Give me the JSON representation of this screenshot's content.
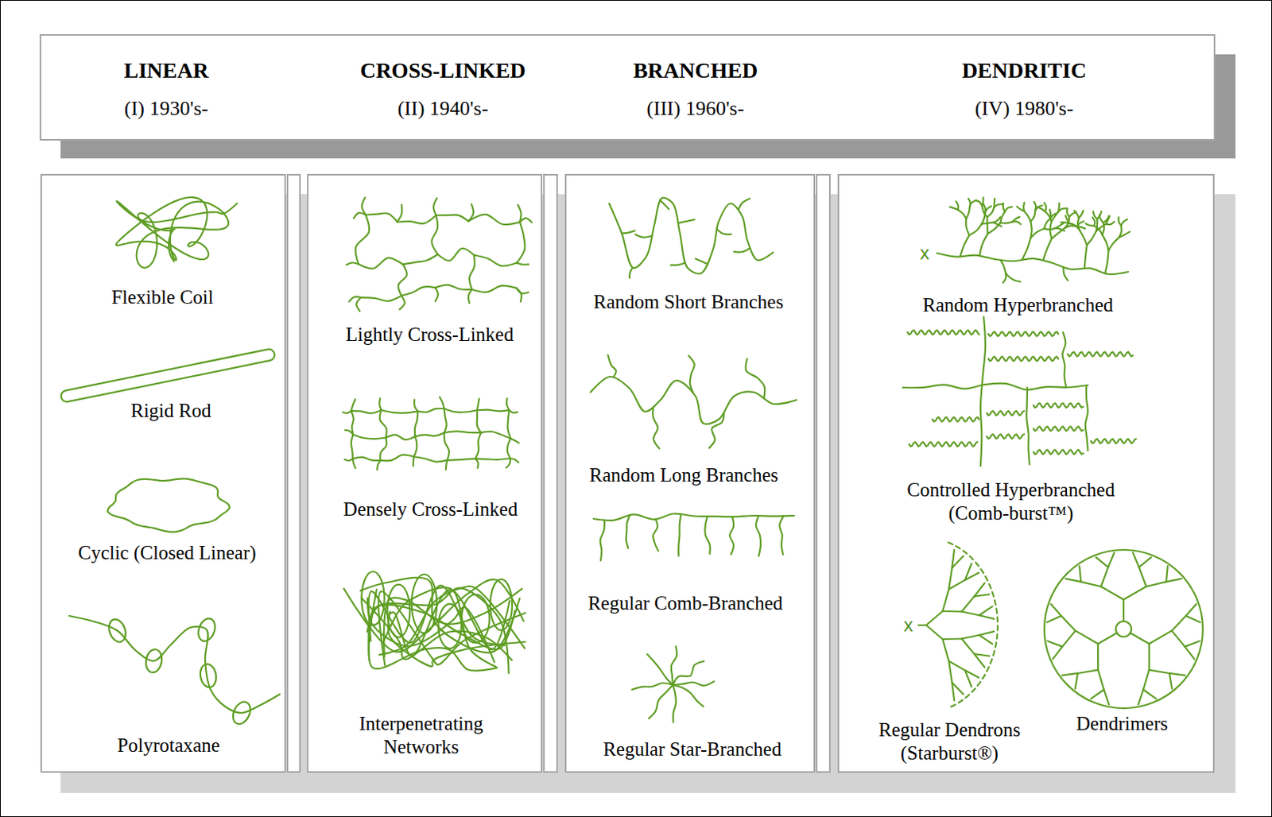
{
  "diagram": {
    "nodes": [
      {
        "text": [
          "LINEAR",
          "(I) 1930's-"
        ]
      },
      {
        "text": [
          "CROSS-LINKED",
          "(II) 1940's-"
        ]
      },
      {
        "text": [
          "BRANCHED",
          "(III) 1960's-"
        ]
      },
      {
        "text": [
          "DENDRITIC",
          "(IV) 1980's-"
        ]
      },
      {
        "text": [
          "Flexible Coil",
          "Rigid Rod",
          "Cyclic (Closed Linear)",
          "Polyrotaxane"
        ]
      },
      {
        "text": [
          "Lightly Cross-Linked",
          "Densely Cross-Linked",
          "Interpenetrating Networks"
        ]
      },
      {
        "text": [
          "Random Short Branches",
          "Random Long Branches",
          "Regular Comb-Branched",
          "Regular Star-Branched"
        ]
      },
      {
        "text": [
          "Random Hyperbranched",
          "Controlled Hyperbranched (Comb-burst™)",
          "Regular Dendrons (Starburst®)",
          "Dendrimers"
        ]
      }
    ],
    "labels": [
      "x",
      "x"
    ]
  }
}
